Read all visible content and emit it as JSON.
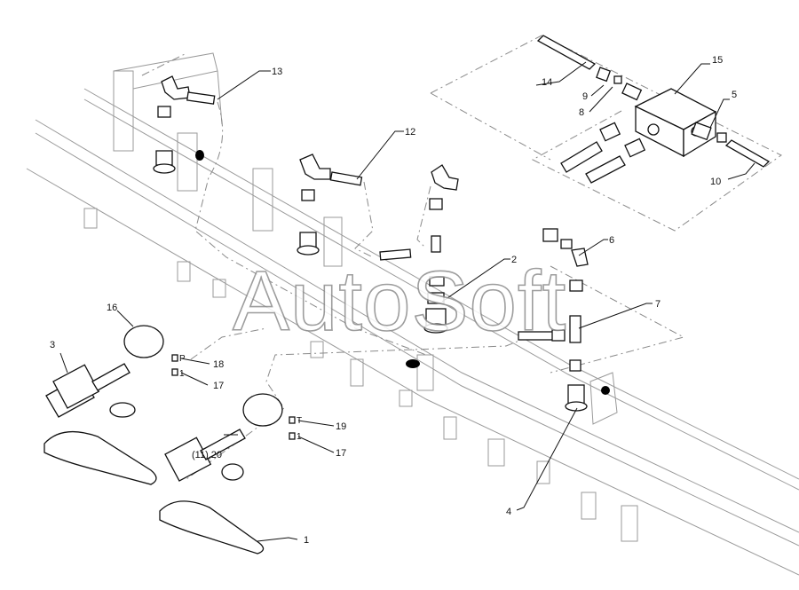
{
  "watermark": "AutoSoft",
  "callouts": [
    {
      "id": "c1",
      "text": "1"
    },
    {
      "id": "c2",
      "text": "2"
    },
    {
      "id": "c3",
      "text": "3"
    },
    {
      "id": "c4",
      "text": "4"
    },
    {
      "id": "c5",
      "text": "5"
    },
    {
      "id": "c6",
      "text": "6"
    },
    {
      "id": "c7",
      "text": "7"
    },
    {
      "id": "c8",
      "text": "8"
    },
    {
      "id": "c9",
      "text": "9"
    },
    {
      "id": "c10",
      "text": "10"
    },
    {
      "id": "c12",
      "text": "12"
    },
    {
      "id": "c13",
      "text": "13"
    },
    {
      "id": "c14",
      "text": "14"
    },
    {
      "id": "c15",
      "text": "15"
    },
    {
      "id": "c16",
      "text": "16"
    },
    {
      "id": "c17a",
      "text": "17"
    },
    {
      "id": "c17b",
      "text": "17"
    },
    {
      "id": "c18",
      "text": "18"
    },
    {
      "id": "c19",
      "text": "19"
    },
    {
      "id": "c20",
      "text": "(11),20"
    }
  ],
  "tags": {
    "p": "P",
    "one_a": "1",
    "t": "T",
    "one_b": "1"
  }
}
